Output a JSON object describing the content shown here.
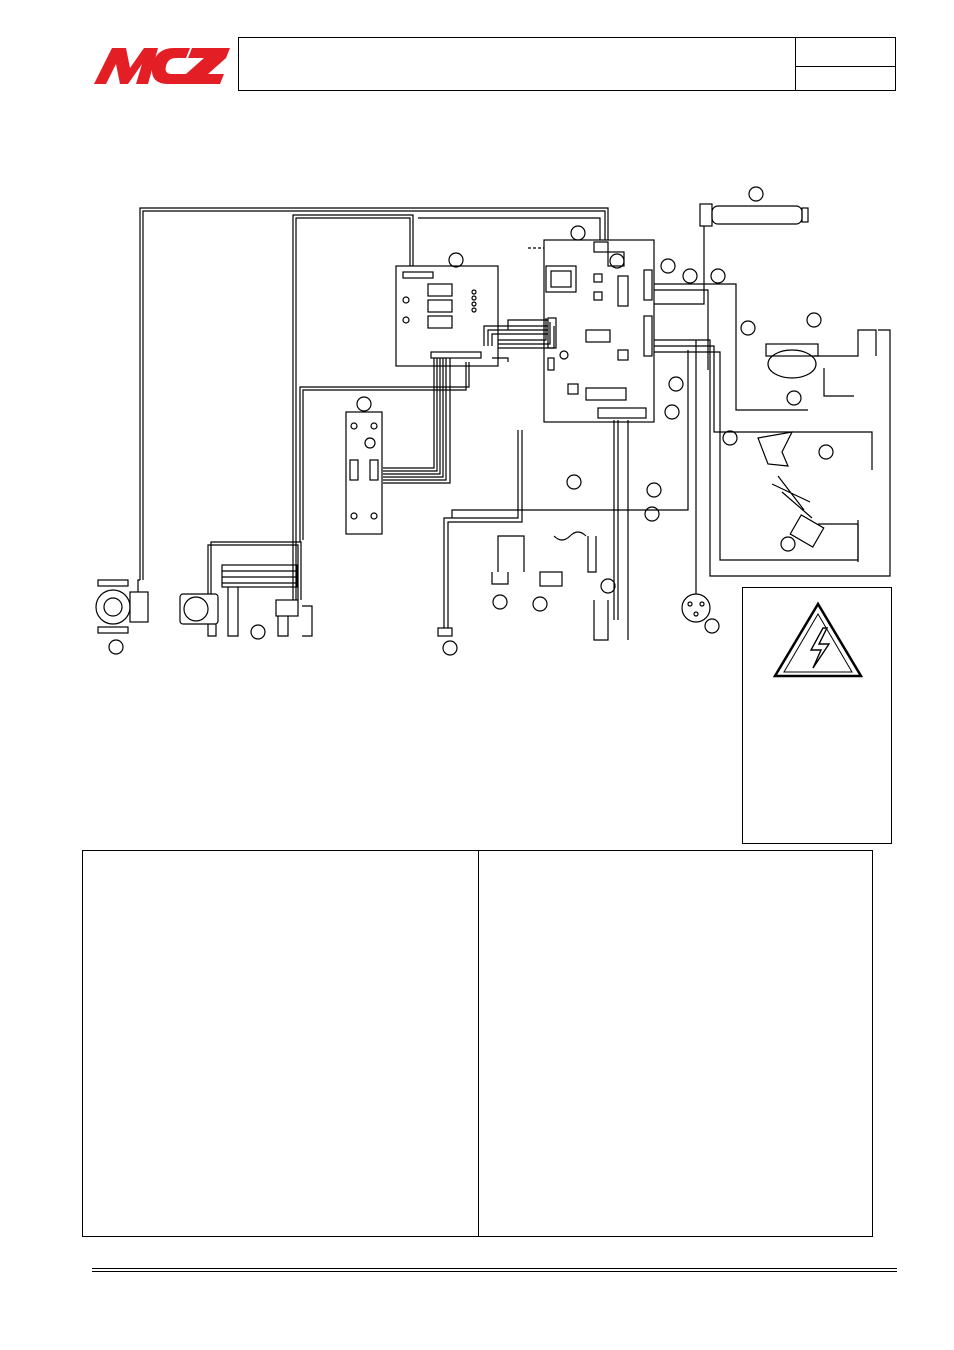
{
  "header": {
    "logo_text": "MCZ",
    "brand_color": "#e31e24"
  },
  "diagram": {
    "description_icons": [
      "circulator-pump",
      "three-way-valve",
      "pressure-switch",
      "relay-board",
      "control-panel",
      "mother-board",
      "fan-motor",
      "smoke-fan",
      "auger-motor",
      "thermostat",
      "ignition-resistor",
      "smoke-probe",
      "power-socket",
      "transformer"
    ]
  },
  "warning": {
    "icon": "high-voltage-warning-icon"
  }
}
